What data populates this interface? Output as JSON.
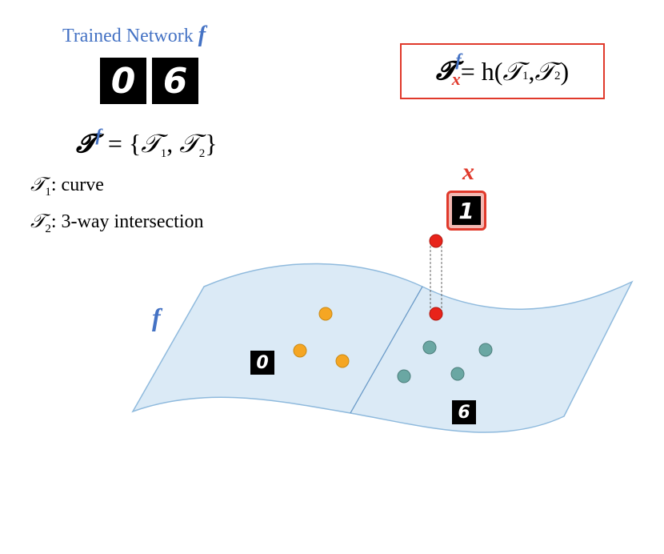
{
  "title": {
    "text": "Trained Network ",
    "f": "f"
  },
  "training_digits": [
    "0",
    "6"
  ],
  "topology_set": {
    "T": "𝓣",
    "sup": "f",
    "eq": " = {",
    "t1": "𝒯",
    "t1sub": "1",
    "comma": ", ",
    "t2": "𝒯",
    "t2sub": "2",
    "close": "}"
  },
  "legend": [
    {
      "symbol": "𝒯",
      "sub": "1",
      "text": ": curve"
    },
    {
      "symbol": "𝒯",
      "sub": "2",
      "text": ": 3-way intersection"
    }
  ],
  "boxed_formula": {
    "T": "𝓣",
    "sup": "f",
    "sub": "x",
    "rhs_a": " = h(",
    "t1": "𝒯",
    "t1sub": "1",
    "comma": ", ",
    "t2": "𝒯",
    "t2sub": "2",
    "rhs_b": " )"
  },
  "input": {
    "label": "x",
    "digit": "1"
  },
  "manifold": {
    "label": "f",
    "region_digits": [
      "0",
      "6"
    ]
  },
  "colors": {
    "accent_blue": "#4472c4",
    "red": "#e0392b",
    "orange": "#f5a623",
    "teal": "#6aa7a3",
    "manifold_fill": "#dbeaf6",
    "manifold_stroke": "#8fbadd"
  }
}
